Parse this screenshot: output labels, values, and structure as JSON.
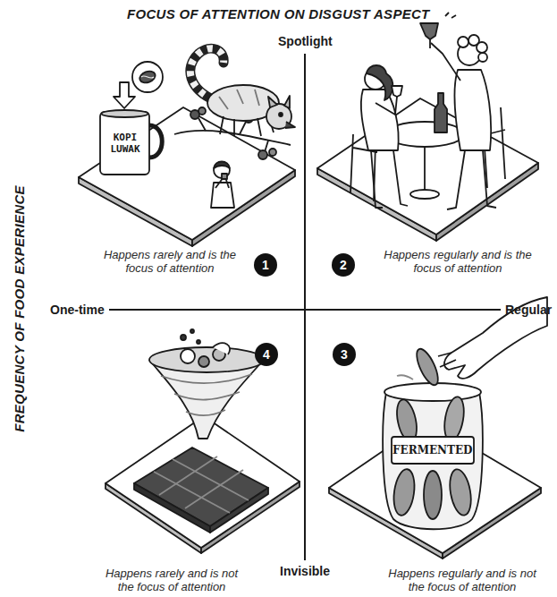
{
  "diagram": {
    "title": "FOCUS OF ATTENTION ON DISGUST ASPECT",
    "nodes": [
      {
        "text": [
          "1"
        ]
      },
      {
        "text": [
          "2"
        ]
      },
      {
        "text": [
          "4"
        ]
      },
      {
        "text": [
          "3"
        ]
      }
    ],
    "labels": [
      "Spotlight",
      "Happens rarely and is the focus of attention",
      "Happens regularly and is the focus of attention",
      "One-time",
      "Regular",
      "FREQUENCY OF FOOD EXPERIENCE",
      "KOPI LUWAK",
      "FERMENTED",
      "Happens rarely and is not the focus of attention",
      "Happens regularly and is not the focus of attention",
      "Invisible"
    ]
  }
}
